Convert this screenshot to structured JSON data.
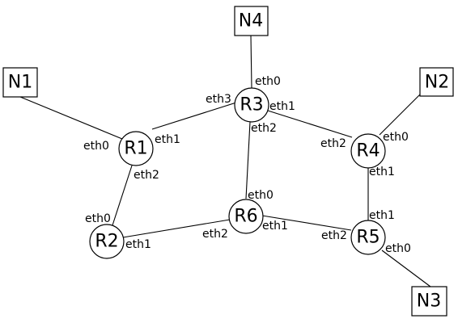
{
  "routers": {
    "R1": {
      "label": "R1"
    },
    "R2": {
      "label": "R2"
    },
    "R3": {
      "label": "R3"
    },
    "R4": {
      "label": "R4"
    },
    "R5": {
      "label": "R5"
    },
    "R6": {
      "label": "R6"
    }
  },
  "networks": {
    "N1": {
      "label": "N1"
    },
    "N2": {
      "label": "N2"
    },
    "N3": {
      "label": "N3"
    },
    "N4": {
      "label": "N4"
    }
  },
  "links": [
    {
      "from": "N1",
      "to": "R1",
      "to_iface": "eth0"
    },
    {
      "from": "R1",
      "to": "R3",
      "from_iface": "eth1",
      "to_iface": "eth3"
    },
    {
      "from": "R1",
      "to": "R2",
      "from_iface": "eth2",
      "to_iface": "eth0"
    },
    {
      "from": "N4",
      "to": "R3",
      "to_iface": "eth0"
    },
    {
      "from": "R3",
      "to": "R4",
      "from_iface": "eth1",
      "to_iface": "eth2"
    },
    {
      "from": "R3",
      "to": "R6",
      "from_iface": "eth2",
      "to_iface": "eth0"
    },
    {
      "from": "N2",
      "to": "R4",
      "to_iface": "eth0"
    },
    {
      "from": "R4",
      "to": "R5",
      "from_iface": "eth1",
      "to_iface": "eth1"
    },
    {
      "from": "R2",
      "to": "R6",
      "from_iface": "eth1",
      "to_iface": "eth2"
    },
    {
      "from": "R6",
      "to": "R5",
      "from_iface": "eth1",
      "to_iface": "eth2"
    },
    {
      "from": "R5",
      "to": "N3",
      "from_iface": "eth0"
    }
  ]
}
